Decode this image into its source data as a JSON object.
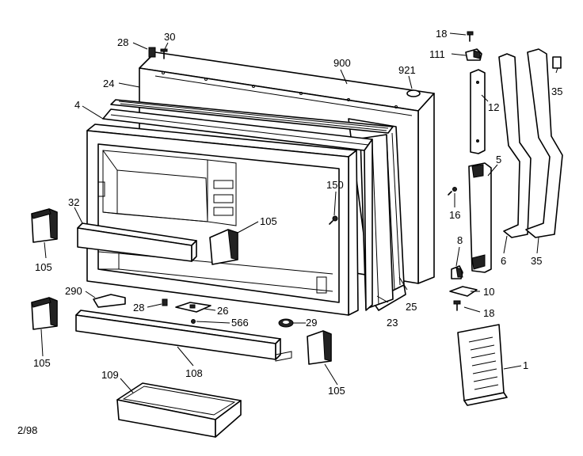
{
  "diagram": {
    "date_code": "2/98",
    "callouts": {
      "c28_top": "28",
      "c30": "30",
      "c900": "900",
      "c921": "921",
      "c24": "24",
      "c4": "4",
      "c18_top": "18",
      "c111": "111",
      "c35_top": "35",
      "c12": "12",
      "c5": "5",
      "c16": "16",
      "c8": "8",
      "c6": "6",
      "c35_bot": "35",
      "c10": "10",
      "c18_bot": "18",
      "c150": "150",
      "c105_mid": "105",
      "c32": "32",
      "c105_left_top": "105",
      "c290": "290",
      "c28_mid": "28",
      "c26": "26",
      "c566": "566",
      "c29": "29",
      "c23": "23",
      "c25": "25",
      "c105_left_bot": "105",
      "c108": "108",
      "c105_right": "105",
      "c109": "109",
      "c1": "1"
    }
  }
}
